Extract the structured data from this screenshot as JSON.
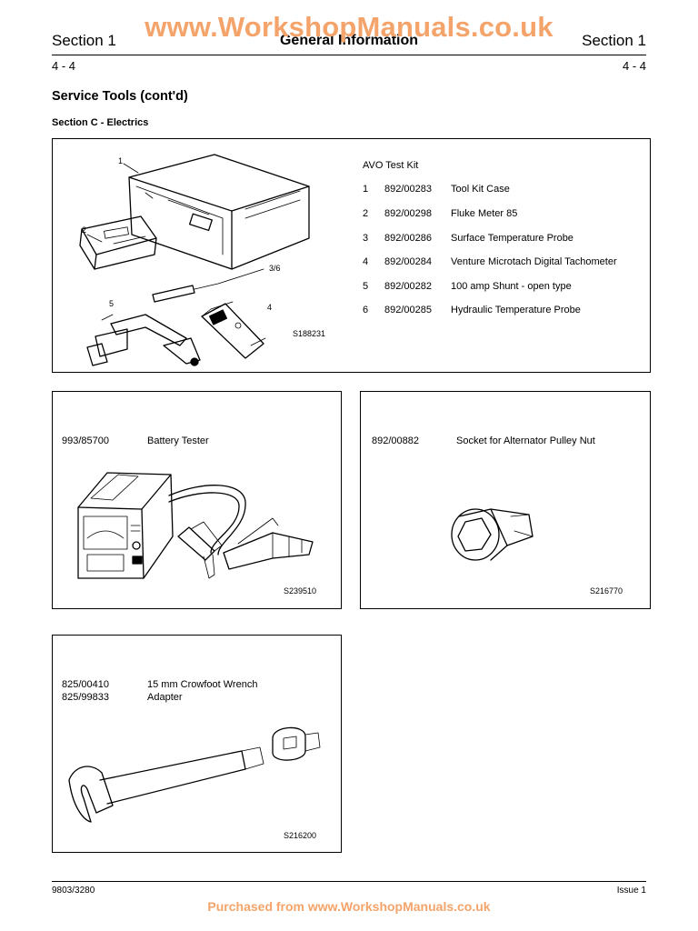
{
  "watermark_top": "www.WorkshopManuals.co.uk",
  "header": {
    "left": "Section 1",
    "center": "General Information",
    "right": "Section 1"
  },
  "page": {
    "left": "4 - 4",
    "right": "4 - 4"
  },
  "title": "Service Tools (cont'd)",
  "subtitle": "Section C -  Electrics",
  "kit": {
    "heading": "AVO Test Kit",
    "items": [
      {
        "num": "1",
        "part": "892/00283",
        "desc": "Tool Kit Case"
      },
      {
        "num": "2",
        "part": "892/00298",
        "desc": "Fluke Meter 85"
      },
      {
        "num": "3",
        "part": "892/00286",
        "desc": "Surface Temperature Probe"
      },
      {
        "num": "4",
        "part": "892/00284",
        "desc": "Venture Microtach Digital Tachometer"
      },
      {
        "num": "5",
        "part": "892/00282",
        "desc": "100 amp Shunt - open type"
      },
      {
        "num": "6",
        "part": "892/00285",
        "desc": "Hydraulic Temperature Probe"
      }
    ],
    "callouts": {
      "c1": "1",
      "c2": "2",
      "c36": "3/6",
      "c4": "4",
      "c5": "5"
    },
    "ref": "S188231"
  },
  "battery": {
    "part": "993/85700",
    "desc": "Battery Tester",
    "ref": "S239510"
  },
  "socket": {
    "part": "892/00882",
    "desc": "Socket for Alternator Pulley Nut",
    "ref": "S216770"
  },
  "crowfoot": {
    "part1": "825/00410",
    "desc1": "15 mm Crowfoot Wrench",
    "part2": "825/99833",
    "desc2": "Adapter",
    "ref": "S216200"
  },
  "footer": {
    "left": "9803/3280",
    "right": "Issue 1"
  },
  "watermark_bottom": "Purchased from www.WorkshopManuals.co.uk",
  "colors": {
    "watermark": "#f4a46a"
  }
}
